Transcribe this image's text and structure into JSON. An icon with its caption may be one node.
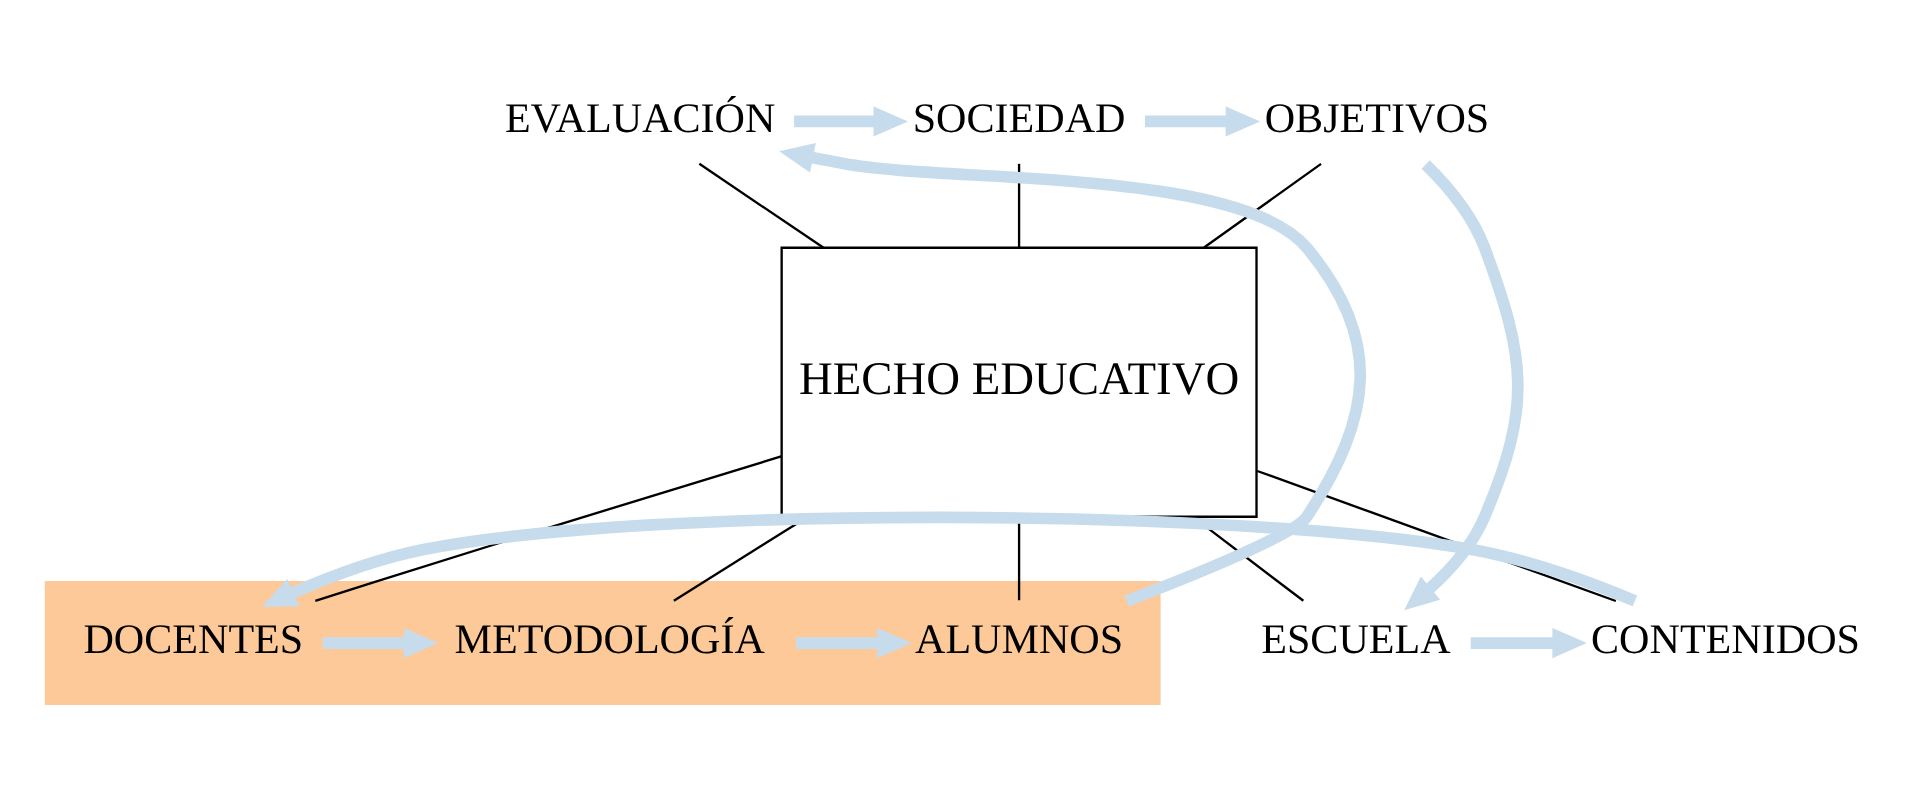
{
  "diagram": {
    "nodes": [
      {
        "text": [
          "HECHO EDUCATIVO"
        ]
      },
      {
        "text": [
          "SOCIEDAD"
        ]
      },
      {
        "text": [
          "EVALUACIÓN"
        ]
      },
      {
        "text": [
          "OBJETIVOS"
        ]
      },
      {
        "text": [],
        "shape": "box"
      },
      {
        "text": [
          "ALUMNOS"
        ],
        "in": 4
      },
      {
        "text": [
          "ESCUELA"
        ]
      },
      {
        "text": [
          "METODOLOGÍA"
        ],
        "in": 4
      },
      {
        "text": [
          "DOCENTES"
        ],
        "in": 4
      },
      {
        "text": [
          "CONTENIDOS"
        ]
      }
    ],
    "edges": [
      {
        "from": 1,
        "to": 0,
        "arrow": "none"
      },
      {
        "from": 2,
        "to": 0,
        "arrow": "none"
      },
      {
        "from": 3,
        "to": 0,
        "arrow": "none"
      },
      {
        "from": 0,
        "to": 5,
        "arrow": "none"
      },
      {
        "from": 0,
        "to": 6,
        "arrow": "none"
      },
      {
        "from": 0,
        "to": 7,
        "arrow": "none"
      },
      {
        "from": 0,
        "to": 8,
        "arrow": "none"
      },
      {
        "from": 0,
        "to": 9,
        "arrow": "none"
      },
      {
        "from": 2,
        "to": 1,
        "arrow": "to",
        "style": "thick",
        "color": "#c6dcec"
      },
      {
        "from": 1,
        "to": 3,
        "arrow": "to",
        "style": "thick",
        "color": "#c6dcec"
      },
      {
        "from": 3,
        "to": 6,
        "arrow": "to",
        "style": "thick",
        "color": "#c6dcec"
      },
      {
        "from": 6,
        "to": 9,
        "arrow": "to",
        "style": "thick",
        "color": "#c6dcec"
      },
      {
        "from": 9,
        "to": 8,
        "arrow": "to",
        "style": "thick",
        "color": "#c6dcec"
      },
      {
        "from": 8,
        "to": 7,
        "arrow": "to",
        "style": "thick",
        "color": "#c6dcec"
      },
      {
        "from": 7,
        "to": 5,
        "arrow": "to",
        "style": "thick",
        "color": "#c6dcec"
      },
      {
        "from": 5,
        "to": 2,
        "arrow": "to",
        "style": "thick",
        "color": "#c6dcec"
      }
    ]
  }
}
